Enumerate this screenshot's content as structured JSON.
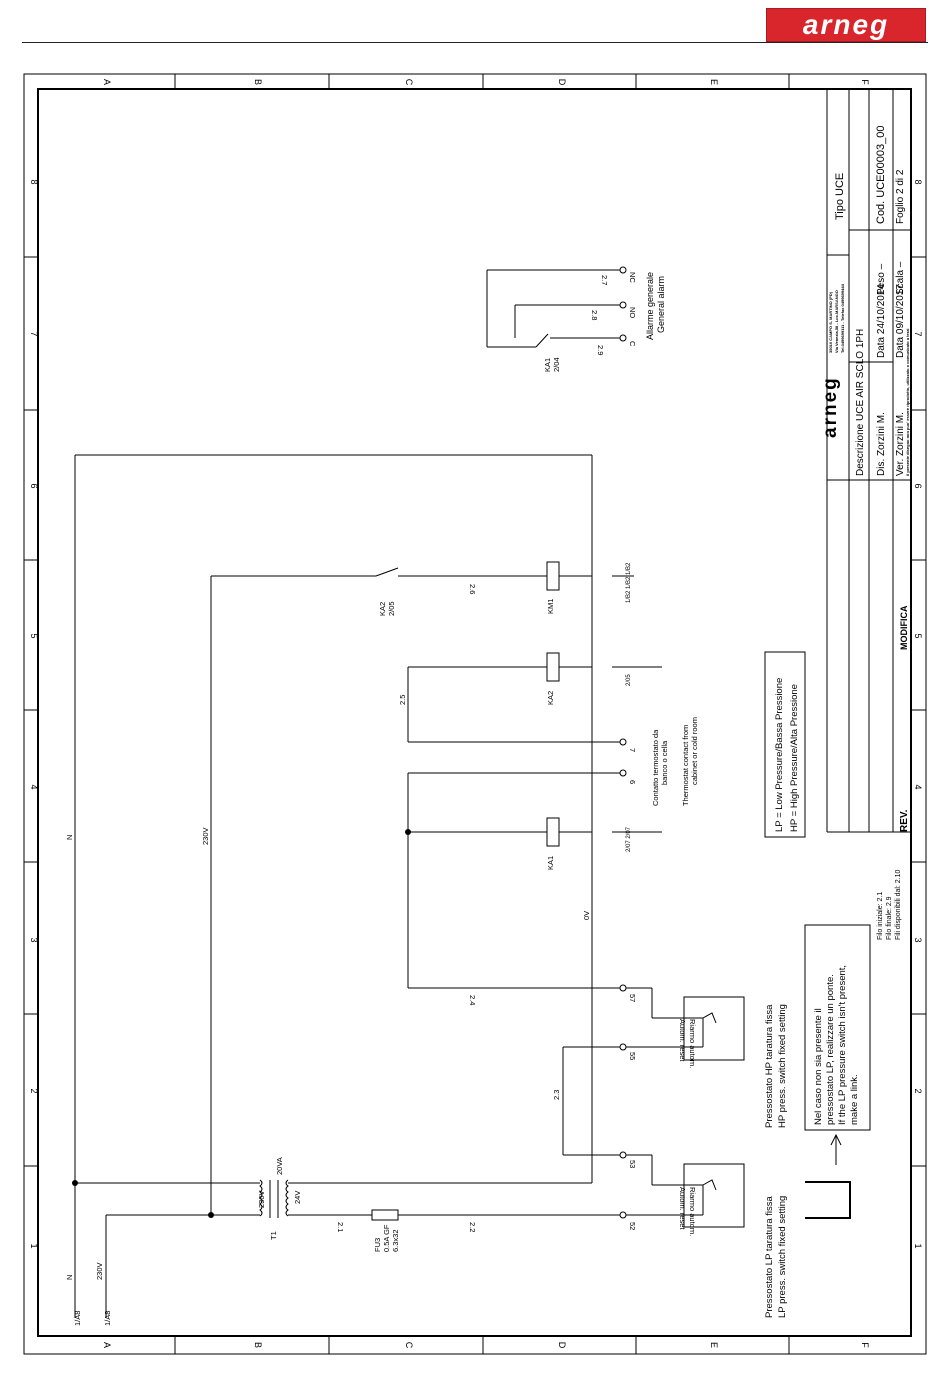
{
  "logo": {
    "text": "arneg"
  },
  "grid": {
    "top_letters": [
      "A",
      "B",
      "C",
      "D",
      "E",
      "F"
    ],
    "side_numbers": [
      "8",
      "7",
      "6",
      "5",
      "4",
      "3",
      "2",
      "1"
    ]
  },
  "title_block": {
    "tipo": "Tipo   UCE",
    "cod": "Cod. UCE00003_00",
    "foglio": "Foglio 2  di 2",
    "peso": "Peso –",
    "scala": "Scala –",
    "descrizione": "Descrizione UCE AIR SCLO 1PH",
    "dis": "Dis. Zorzini M.",
    "ver": "Ver. Zorzini M.",
    "data1": "Data 24/10/2014",
    "data2": "Data 09/10/2017",
    "disclaimer": "Il presente disegno non puo' essere riprodotto, utilizzato o comunicato a terzi",
    "company_line1": "35010 CAMPO S. MARTINO (PD)",
    "company_line2": "Via Venezia,58 - Loc.MARSANGO",
    "company_line3": "Tel.0499699111 - Telefax 0499699444",
    "rev": "REV.",
    "modifica": "MODIFICA"
  },
  "legend": {
    "lp": "LP = Low Pressure/Bassa Pressione",
    "hp": "HP = High Pressure/Alta Pressione"
  },
  "wires_info": {
    "start": "Filo iniziale:  2.1",
    "end": "Filo finale:  2.9",
    "free": "Fili disponibili dal:  2.10"
  },
  "notes": {
    "lp_switch": [
      "Pressostato LP taratura fissa",
      "LP press. switch fixed setting"
    ],
    "hp_switch": [
      "Pressostato HP taratura fissa",
      "HP press. switch fixed setting"
    ],
    "bridge_note": [
      "Nel caso non sia presente il",
      "pressostato LP, realizzare un ponte.",
      "If the LP pressure switch isn't present,",
      "make a link."
    ],
    "reset": [
      "Riarmo autom.",
      "Autom. reset"
    ],
    "thermostat": [
      "Contatto termostato da",
      "banco o cella",
      "Thermostat contact from",
      "cabinet or cold room"
    ],
    "alarm": [
      "Allarme generale",
      "General alarm"
    ]
  },
  "labels": {
    "feed_n": "N",
    "feed_230": "230V",
    "ref_1a8_a": "1/A8",
    "ref_1a8_b": "1/A8",
    "n_bus": "N",
    "v230_bus": "230V",
    "v0_bus": "0V",
    "t1": "T1",
    "t1_va": "20VA",
    "t1_prim": "230V",
    "t1_sec": "24V",
    "fu3": [
      "FU3",
      "0.5A GF",
      "6.3x32"
    ],
    "w21": "2.1",
    "w22": "2.2",
    "w23": "2.3",
    "w24": "2.4",
    "w25": "2.5",
    "w26": "2.6",
    "w27": "2.7",
    "w28": "2.8",
    "w29": "2.9",
    "t52": "52",
    "t53": "53",
    "t55": "55",
    "t57": "57",
    "t6": "6",
    "t7": "7",
    "ka1": "KA1",
    "ka1_ref": "2/07 2/07",
    "ka2": "KA2",
    "ka2_ref": "2/05",
    "km1": "KM1",
    "km1_ref": "1/B2 1/B2 1/B2",
    "ka2_contact": [
      "KA2",
      "2/05"
    ],
    "ka1_contact": [
      "KA1",
      "2/04"
    ],
    "nc": "NC",
    "no": "NO",
    "c": "C"
  }
}
